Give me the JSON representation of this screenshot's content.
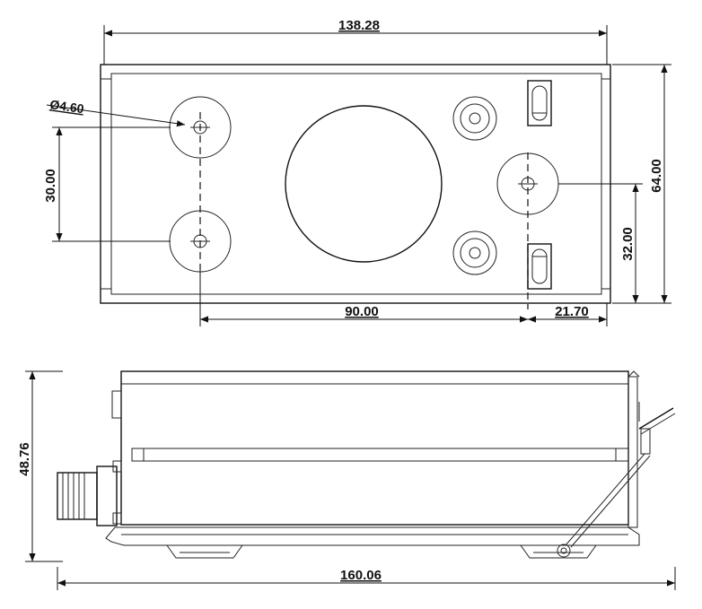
{
  "dimensions": {
    "top_width": "138.28",
    "hole_diameter": "Ø4.60",
    "hole_spacing": "30.00",
    "height": "64.00",
    "half_height": "32.00",
    "hole_to_hole_x": "90.00",
    "hole_to_edge_x": "21.70",
    "side_height": "48.76",
    "overall_length": "160.06"
  }
}
